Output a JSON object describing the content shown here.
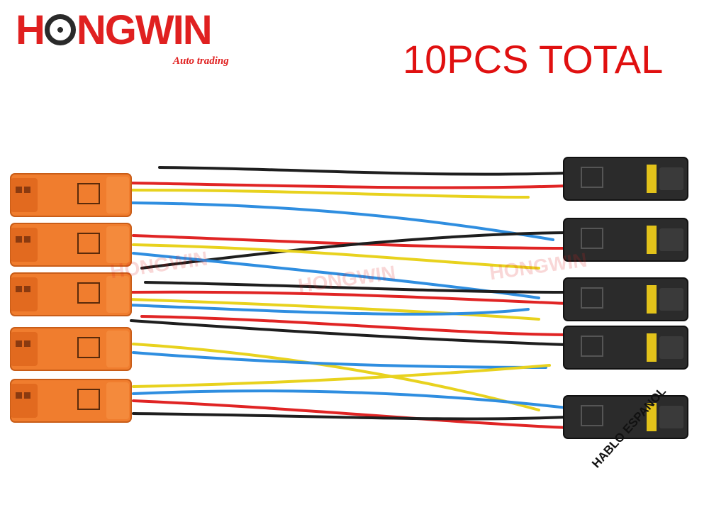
{
  "brand": {
    "name": "HONGWIN",
    "tagline": "Auto trading",
    "color": "#e02020"
  },
  "headline": "10PCS TOTAL",
  "corner_text": "HABLO ESPANOL",
  "watermark": "HONGWIN",
  "colors": {
    "orange_connector": "#f07d2e",
    "black_connector": "#2b2b2b",
    "wire_red": "#e02424",
    "wire_black": "#1e1e1e",
    "wire_yellow": "#e8d21e",
    "wire_blue": "#2f8ee0"
  },
  "counts": {
    "orange_connectors": 5,
    "black_connectors": 5
  }
}
